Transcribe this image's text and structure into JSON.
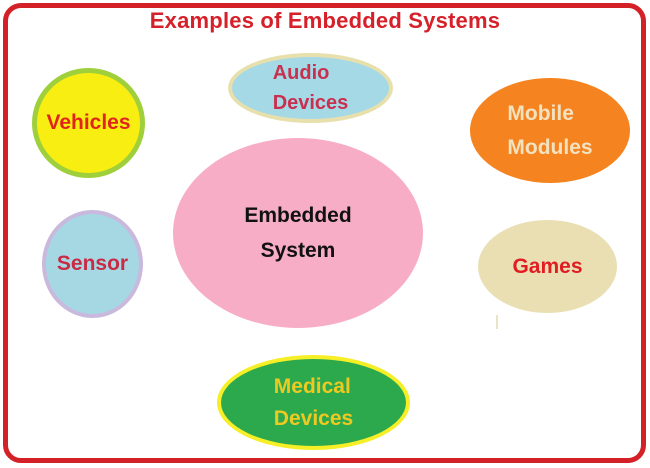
{
  "frame": {
    "border_color": "#d42127"
  },
  "title": {
    "text": "Examples of Embedded Systems",
    "color": "#d6202a"
  },
  "diagram": {
    "center": {
      "line1": "Embedded",
      "line2": "System",
      "fill": "#f8adc6",
      "text_color": "#111111"
    },
    "nodes": [
      {
        "id": "vehicles",
        "label": "Vehicles",
        "fill": "#f9ee12",
        "border_color": "#9fd03c",
        "text_color": "#e0251c"
      },
      {
        "id": "audio-devices",
        "line1": "Audio",
        "line2": "Devices",
        "fill": "#a6d9e6",
        "border_color": "#e7e0ac",
        "text_color": "#c83050"
      },
      {
        "id": "mobile-modules",
        "line1": "Mobile",
        "line2": "Modules",
        "fill": "#f5831f",
        "border_color": "#f5831f",
        "text_color": "#f3e2c0"
      },
      {
        "id": "sensor",
        "label": "Sensor",
        "fill": "#a6d8e4",
        "border_color": "#c9b9dc",
        "text_color": "#c92b45"
      },
      {
        "id": "games",
        "label": "Games",
        "fill": "#e9dfb3",
        "border_color": "#e9dfb3",
        "text_color": "#df1d23"
      },
      {
        "id": "medical-devices",
        "line1": "Medical",
        "line2": "Devices",
        "fill": "#2ca94d",
        "border_color": "#f6ee26",
        "text_color": "#eec922"
      }
    ]
  },
  "artifact": {
    "color": "#e0d8ab"
  }
}
